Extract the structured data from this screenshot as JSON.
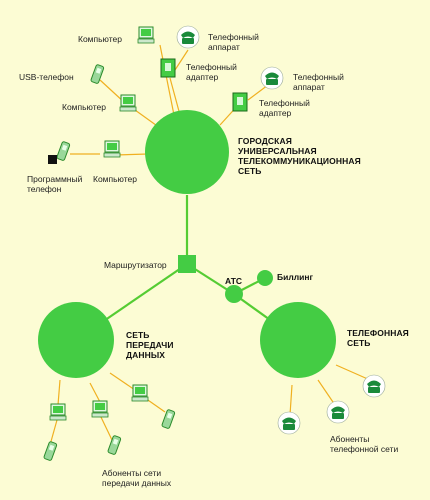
{
  "nodes": {
    "city": "ГОРОДСКАЯ\nУНИВЕРСАЛЬНАЯ\nТЕЛЕКОММУНИКАЦИОННАЯ\nСЕТЬ",
    "data_net": "СЕТЬ\nПЕРЕДАЧИ\nДАННЫХ",
    "phone_net": "ТЕЛЕФОННАЯ\nСЕТЬ",
    "router": "Маршрутизатор",
    "ats": "АТС",
    "billing": "Биллинг"
  },
  "labels": {
    "computer_top": "Компьютер",
    "phone_apparatus_1": "Телефонный\nаппарат",
    "phone_adapter_1": "Телефонный\nадаптер",
    "phone_apparatus_2": "Телефонный\nаппарат",
    "phone_adapter_2": "Телефонный\nадаптер",
    "usb_phone": "USB-телефон",
    "computer_mid": "Компьютер",
    "soft_phone": "Программный\nтелефон",
    "computer_left": "Компьютер",
    "data_subscribers": "Абоненты сети\nпередачи данных",
    "phone_subscribers": "Абоненты\nтелефонной сети"
  },
  "colors": {
    "node_green": "#44cc44",
    "line_green": "#55cc33",
    "spoke_orange": "#f0b020",
    "background": "#fcfcd4"
  },
  "icons": [
    "computer-icon",
    "phone-icon",
    "adapter-icon",
    "usb-phone-icon",
    "softphone-icon"
  ]
}
